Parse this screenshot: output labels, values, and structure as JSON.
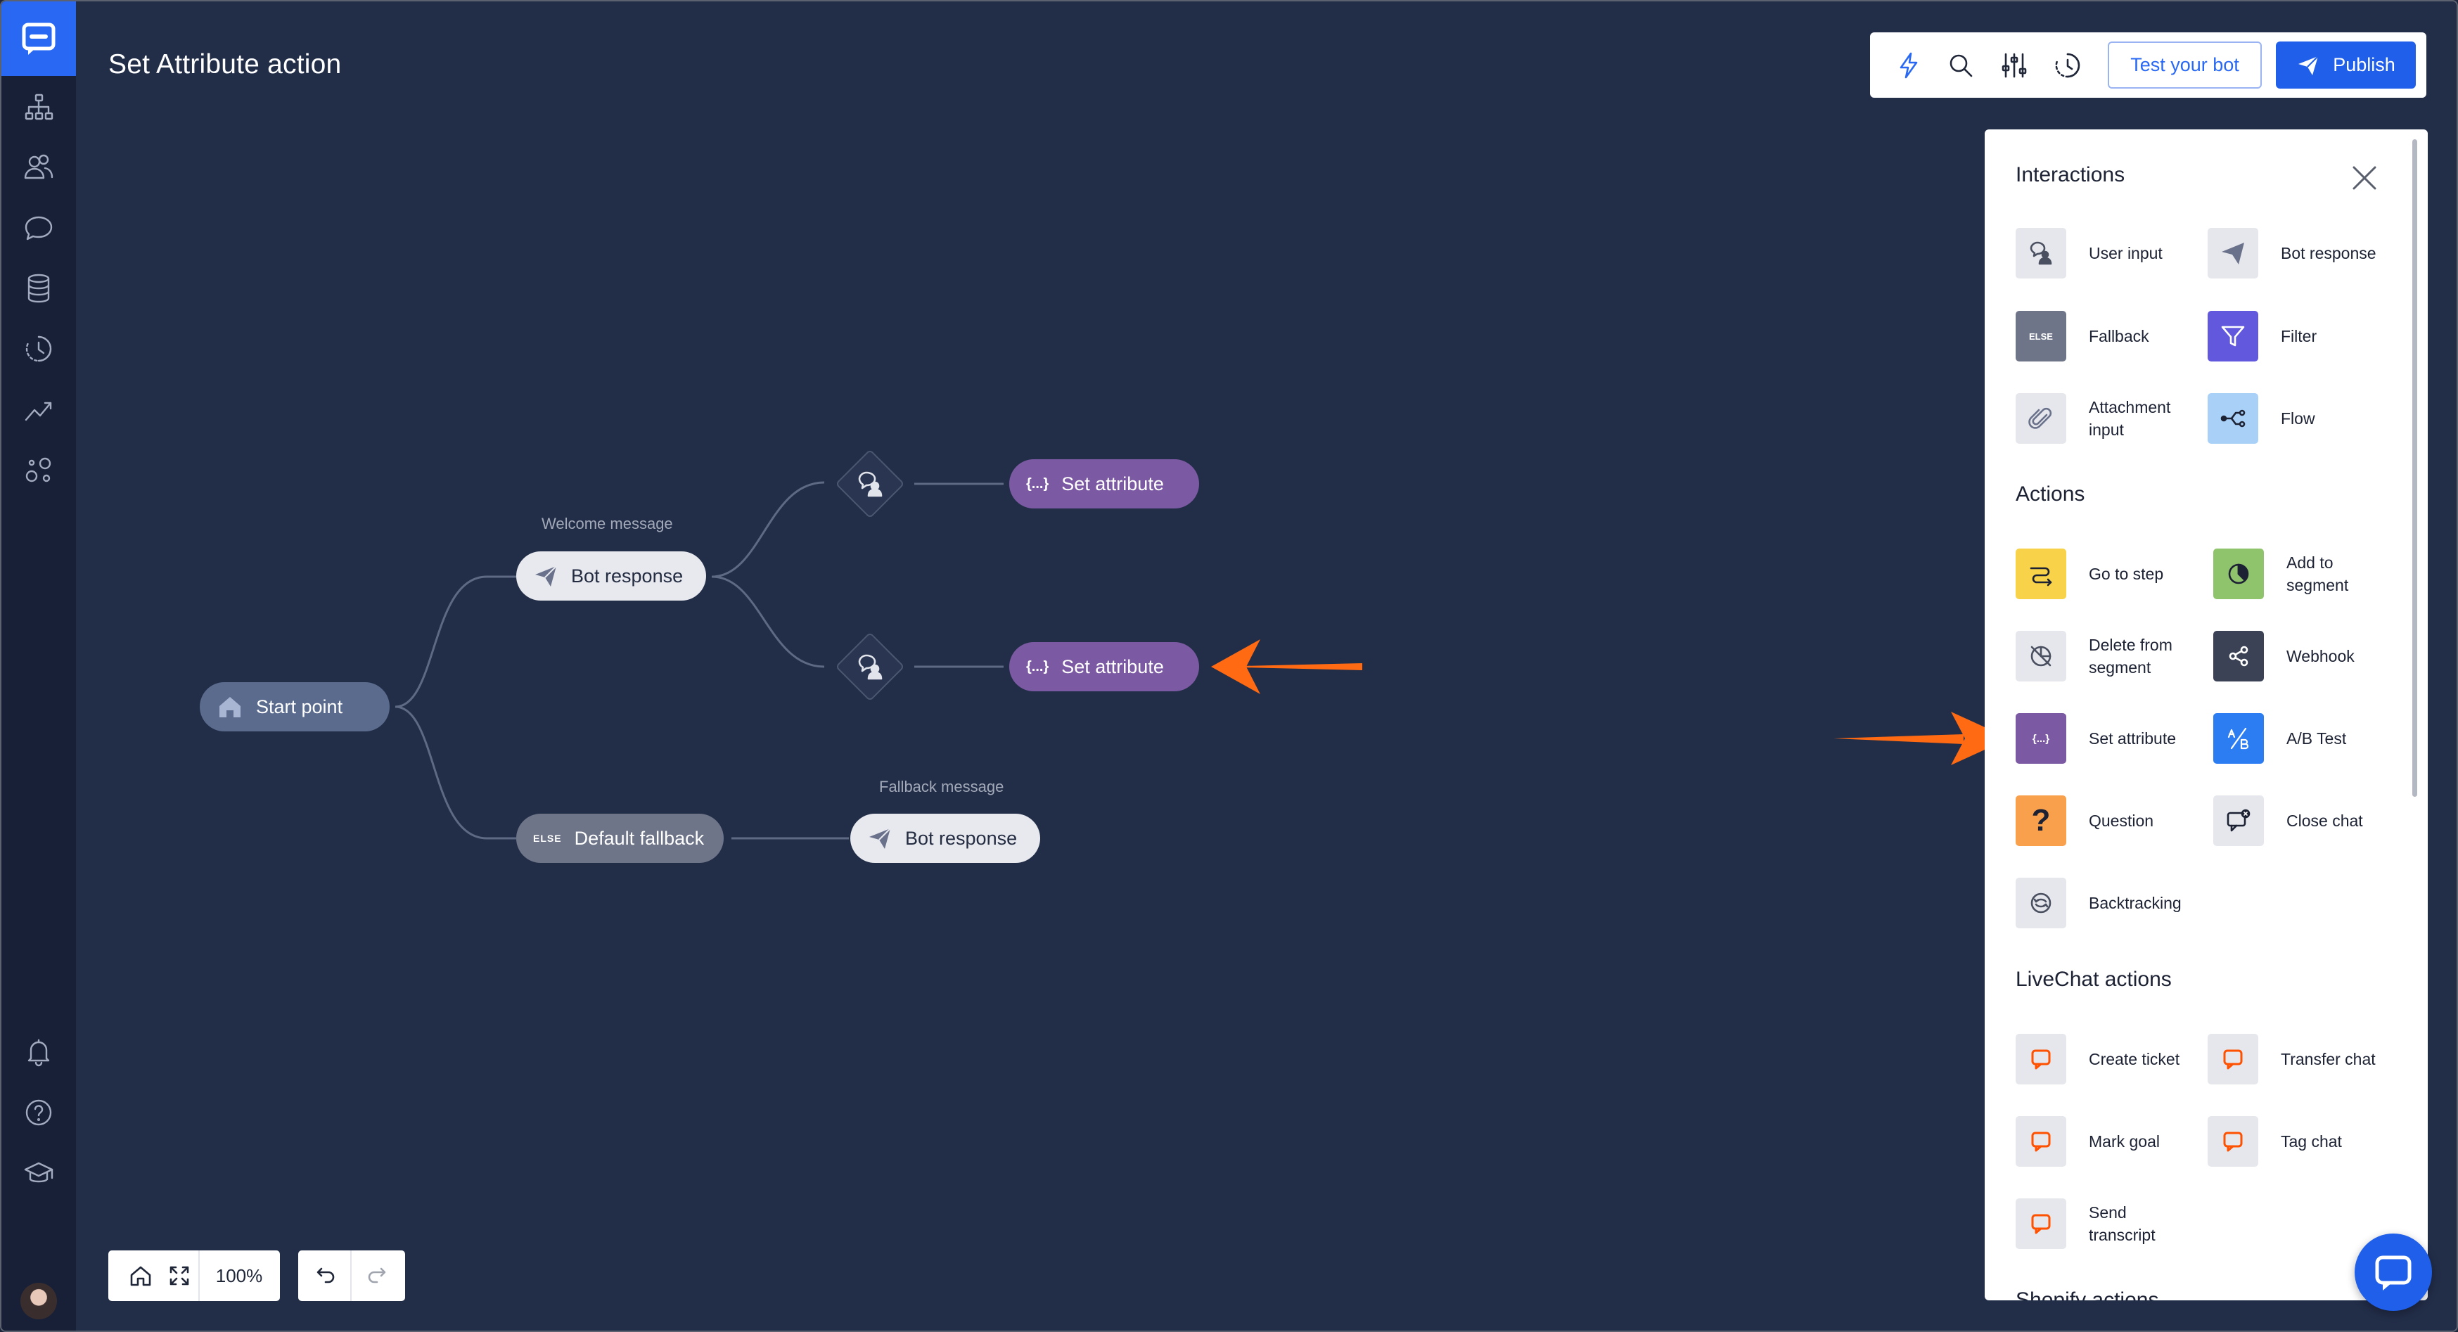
{
  "page": {
    "title": "Set Attribute action"
  },
  "sidebar": {
    "items": [
      "logo-icon",
      "flow-icon",
      "users-icon",
      "chats-icon",
      "database-icon",
      "history-icon",
      "analytics-icon",
      "integrations-icon"
    ],
    "bottom_items": [
      "bell-icon",
      "help-icon",
      "academy-icon",
      "avatar"
    ]
  },
  "toolbar": {
    "icons": [
      "lightning-icon",
      "search-icon",
      "sliders-icon",
      "history-icon"
    ],
    "test_label": "Test your bot",
    "publish_label": "Publish",
    "accent": "#2868f3"
  },
  "canvas": {
    "start_label": "Start point",
    "welcome_caption": "Welcome message",
    "bot_response_label": "Bot response",
    "set_attribute_label_1": "Set attribute",
    "set_attribute_label_2": "Set attribute",
    "default_fallback_badge": "ELSE",
    "default_fallback_label": "Default fallback",
    "fallback_caption": "Fallback message",
    "fallback_bot_response_label": "Bot response",
    "set_attr_badge": "{...}",
    "arrow_color": "#ff6a13"
  },
  "panel": {
    "interactions_title": "Interactions",
    "interactions": [
      {
        "label": "User input",
        "icon": "user-input-icon",
        "color": "#e5e7ec"
      },
      {
        "label": "Bot response",
        "icon": "send-icon",
        "color": "#e5e7ec"
      },
      {
        "label": "Fallback",
        "icon": "else-icon",
        "color": "#6f7588",
        "badge": "ELSE"
      },
      {
        "label": "Filter",
        "icon": "filter-icon",
        "color": "#6158dd"
      },
      {
        "label": "Attachment input",
        "icon": "paperclip-icon",
        "color": "#e5e7ec"
      },
      {
        "label": "Flow",
        "icon": "flow-icon",
        "color": "#a9d0f7"
      }
    ],
    "actions_title": "Actions",
    "actions": [
      {
        "label": "Go to step",
        "icon": "goto-icon",
        "color": "#f8d34a"
      },
      {
        "label": "Add to segment",
        "icon": "pie-icon",
        "color": "#8fc46d"
      },
      {
        "label": "Delete from segment",
        "icon": "delete-segment-icon",
        "color": "#e5e7ec"
      },
      {
        "label": "Webhook",
        "icon": "webhook-icon",
        "color": "#3b4255"
      },
      {
        "label": "Set attribute",
        "icon": "set-attribute-icon",
        "color": "#7c5aa3",
        "badge": "{...}"
      },
      {
        "label": "A/B Test",
        "icon": "ab-test-icon",
        "color": "#2d7df2"
      },
      {
        "label": "Question",
        "icon": "question-icon",
        "color": "#f9a04c",
        "badge": "?"
      },
      {
        "label": "Close chat",
        "icon": "close-chat-icon",
        "color": "#e5e7ec"
      },
      {
        "label": "Backtracking",
        "icon": "backtracking-icon",
        "color": "#e5e7ec"
      }
    ],
    "livechat_title": "LiveChat actions",
    "livechat": [
      {
        "label": "Create ticket",
        "icon": "livechat-icon"
      },
      {
        "label": "Transfer chat",
        "icon": "livechat-icon"
      },
      {
        "label": "Mark goal",
        "icon": "livechat-icon"
      },
      {
        "label": "Tag chat",
        "icon": "livechat-icon"
      },
      {
        "label": "Send transcript",
        "icon": "livechat-icon"
      }
    ],
    "next_section_title": "Shopify actions"
  },
  "bottombar": {
    "zoom": "100%"
  }
}
